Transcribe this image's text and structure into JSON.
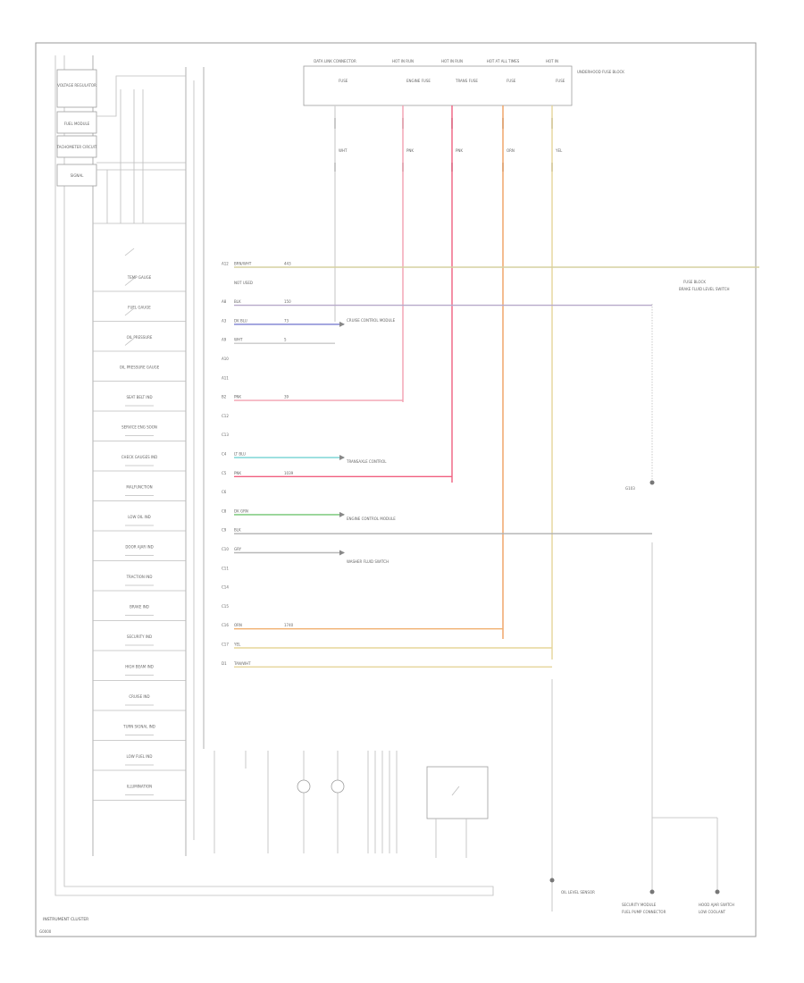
{
  "page": {
    "footer_label": "INSTRUMENT CLUSTER",
    "footer_code": "G0000"
  },
  "top_connector": {
    "headers": [
      "DATA LINK CONNECTOR",
      "HOT IN RUN",
      "HOT IN RUN",
      "HOT AT ALL TIMES",
      "HOT IN"
    ],
    "pins": [
      "FUSE",
      "ENGINE FUSE",
      "TRANS FUSE",
      "FUSE",
      "FUSE"
    ],
    "wire_colors": [
      "WHT",
      "PNK",
      "PNK",
      "ORN",
      "YEL"
    ],
    "side_label": "UNDERHOOD FUSE BLOCK"
  },
  "cluster": {
    "boxes": [
      "VOLTAGE REGULATOR",
      "FUEL MODULE",
      "TACHOMETER CIRCUIT",
      "SIGNAL"
    ],
    "labels": [
      "TEMP GAUGE",
      "FUEL GAUGE",
      "OIL PRESSURE",
      "OIL PRESSURE GAUGE",
      "SEAT BELT IND",
      "SERVICE ENG SOON",
      "CHECK GAUGES IND",
      "MALFUNCTION",
      "LOW OIL IND",
      "DOOR AJAR IND",
      "TRACTION IND",
      "BRAKE IND",
      "SECURITY IND",
      "HIGH BEAM IND",
      "CRUISE IND",
      "TURN SIGNAL IND",
      "LOW FUEL IND",
      "ILLUMINATION"
    ]
  },
  "wires": [
    {
      "pin": "A12",
      "color": "BRN/WHT",
      "circuit": "443",
      "hex": "#d6d0a0"
    },
    {
      "pin": "",
      "color": "NOT USED",
      "circuit": "",
      "hex": ""
    },
    {
      "pin": "A8",
      "color": "BLK",
      "circuit": "150",
      "hex": "#b7a9c9"
    },
    {
      "pin": "A3",
      "color": "DK BLU",
      "circuit": "73",
      "hex": "#7b7fd0"
    },
    {
      "pin": "A9",
      "color": "WHT",
      "circuit": "5",
      "hex": "#c8c8c8"
    },
    {
      "pin": "A10",
      "color": "",
      "circuit": "",
      "hex": ""
    },
    {
      "pin": "A11",
      "color": "",
      "circuit": "",
      "hex": ""
    },
    {
      "pin": "B2",
      "color": "PNK",
      "circuit": "39",
      "hex": "#f2a0b0"
    },
    {
      "pin": "C12",
      "color": "",
      "circuit": "",
      "hex": ""
    },
    {
      "pin": "C13",
      "color": "",
      "circuit": "",
      "hex": ""
    },
    {
      "pin": "C4",
      "color": "LT BLU",
      "circuit": "",
      "hex": "#7fd6d6"
    },
    {
      "pin": "C5",
      "color": "PNK",
      "circuit": "1039",
      "hex": "#f06080"
    },
    {
      "pin": "C6",
      "color": "",
      "circuit": "",
      "hex": ""
    },
    {
      "pin": "C8",
      "color": "DK GRN",
      "circuit": "",
      "hex": "#72c572"
    },
    {
      "pin": "C9",
      "color": "BLK",
      "circuit": "",
      "hex": "#b0b0b0"
    },
    {
      "pin": "C10",
      "color": "GRY",
      "circuit": "",
      "hex": "#b8b8b8"
    },
    {
      "pin": "C11",
      "color": "",
      "circuit": "",
      "hex": ""
    },
    {
      "pin": "C14",
      "color": "",
      "circuit": "",
      "hex": ""
    },
    {
      "pin": "C15",
      "color": "",
      "circuit": "",
      "hex": ""
    },
    {
      "pin": "C16",
      "color": "ORN",
      "circuit": "1740",
      "hex": "#f0b070"
    },
    {
      "pin": "C17",
      "color": "YEL",
      "circuit": "",
      "hex": "#e5d59a"
    },
    {
      "pin": "D1",
      "color": "TAN/WHT",
      "circuit": "",
      "hex": "#e5d59a"
    }
  ],
  "destinations": {
    "cruise_dim": "FUSE BLOCK",
    "brake_switch": "BRAKE FLUID LEVEL SWITCH",
    "cruise_ctrl": "CRUISE CONTROL MODULE",
    "transaxle": "TRANSAXLE CONTROL",
    "engine_ctrl": "ENGINE CONTROL MODULE",
    "washer": "WASHER FLUID SWITCH",
    "ground_top": "G103",
    "oil_sensor": "OIL LEVEL SENSOR",
    "security_module": "SECURITY MODULE",
    "fuel_pump": "FUEL PUMP CONNECTOR",
    "hood_switch": "HOOD AJAR SWITCH",
    "low_coolant": "LOW COOLANT"
  }
}
